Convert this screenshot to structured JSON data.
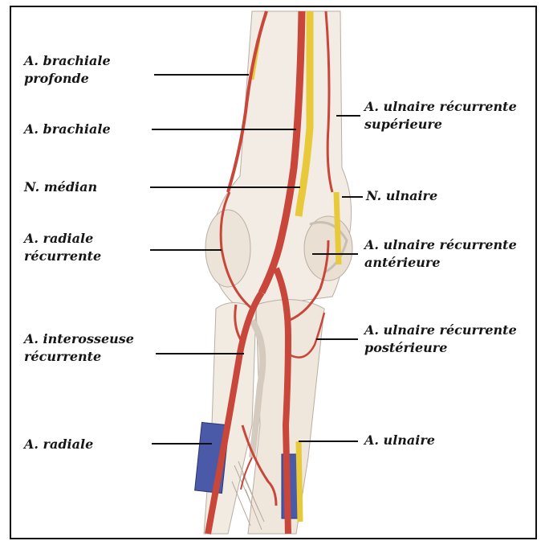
{
  "labels": {
    "brachiale_profonde": [
      "A. brachiale",
      "profonde"
    ],
    "brachiale": "A. brachiale",
    "median": "N. médian",
    "radiale_recurrente": [
      "A. radiale",
      "récurrente"
    ],
    "interosseuse_recurrente": [
      "A. interosseuse",
      "récurrente"
    ],
    "radiale": "A. radiale",
    "ulnaire_rec_sup": [
      "A. ulnaire récurrente",
      "supérieure"
    ],
    "nerf_ulnaire": "N. ulnaire",
    "ulnaire_rec_ant": [
      "A. ulnaire récurrente",
      "antérieure"
    ],
    "ulnaire_rec_post": [
      "A. ulnaire récurrente",
      "postérieure"
    ],
    "ulnaire": "A. ulnaire"
  },
  "colors": {
    "artery": "#c8463a",
    "artery_dark": "#9e2e26",
    "nerve": "#e8c93a",
    "bone": "#f3ece4",
    "bone_shadow": "#d8cfc6",
    "muscle_blue": "#4a5aa8",
    "leader": "#111111"
  }
}
